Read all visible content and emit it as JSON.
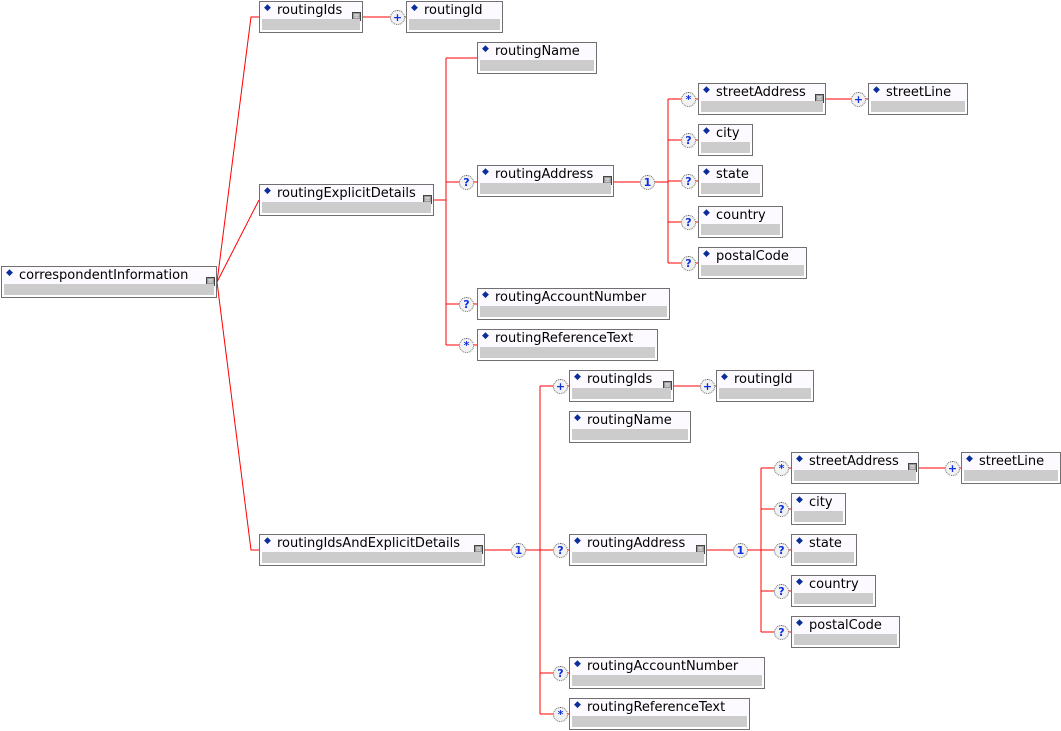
{
  "diagram": {
    "root": "correspondentInformation",
    "routingIds": "routingIds",
    "routingId": "routingId",
    "routingExplicitDetails": "routingExplicitDetails",
    "routingName": "routingName",
    "routingAddress": "routingAddress",
    "streetAddress": "streetAddress",
    "streetLine": "streetLine",
    "city": "city",
    "state": "state",
    "country": "country",
    "postalCode": "postalCode",
    "routingAccountNumber": "routingAccountNumber",
    "routingReferenceText": "routingReferenceText",
    "routingIdsAndExplicitDetails": "routingIdsAndExplicitDetails"
  },
  "symbols": {
    "one_or_more": "+",
    "optional": "?",
    "zero_or_more": "*",
    "sequence": "1",
    "element": "◆",
    "expand": "≡"
  },
  "colors": {
    "connector": "#ff0000",
    "symbol": "#1030e0"
  }
}
